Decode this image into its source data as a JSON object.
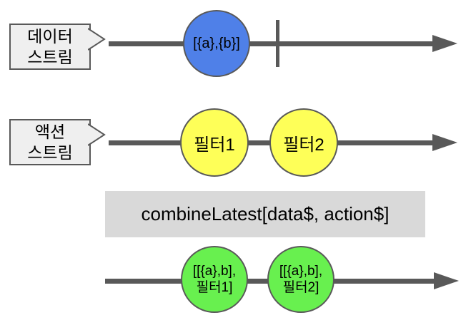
{
  "colors": {
    "stroke": "#595959",
    "bubble_fill": "#efefef",
    "data_marble": "#4f80e8",
    "action_marble": "#feff58",
    "result_marble": "#68f04f",
    "operator_box": "#d9d9d9",
    "text": "#000000"
  },
  "rows": {
    "data_stream": {
      "label_line1": "데이터",
      "label_line2": "스트림",
      "marble": "[{a},{b}]",
      "has_completion_tick": true
    },
    "action_stream": {
      "label_line1": "액션",
      "label_line2": "스트림",
      "marbles": [
        "필터1",
        "필터2"
      ]
    },
    "operator": {
      "label": "combineLatest[data$, action$]"
    },
    "result_stream": {
      "marbles": [
        {
          "line1": "[[{a},b],",
          "line2": "필터1]"
        },
        {
          "line1": "[[{a},b],",
          "line2": "필터2]"
        }
      ]
    }
  }
}
